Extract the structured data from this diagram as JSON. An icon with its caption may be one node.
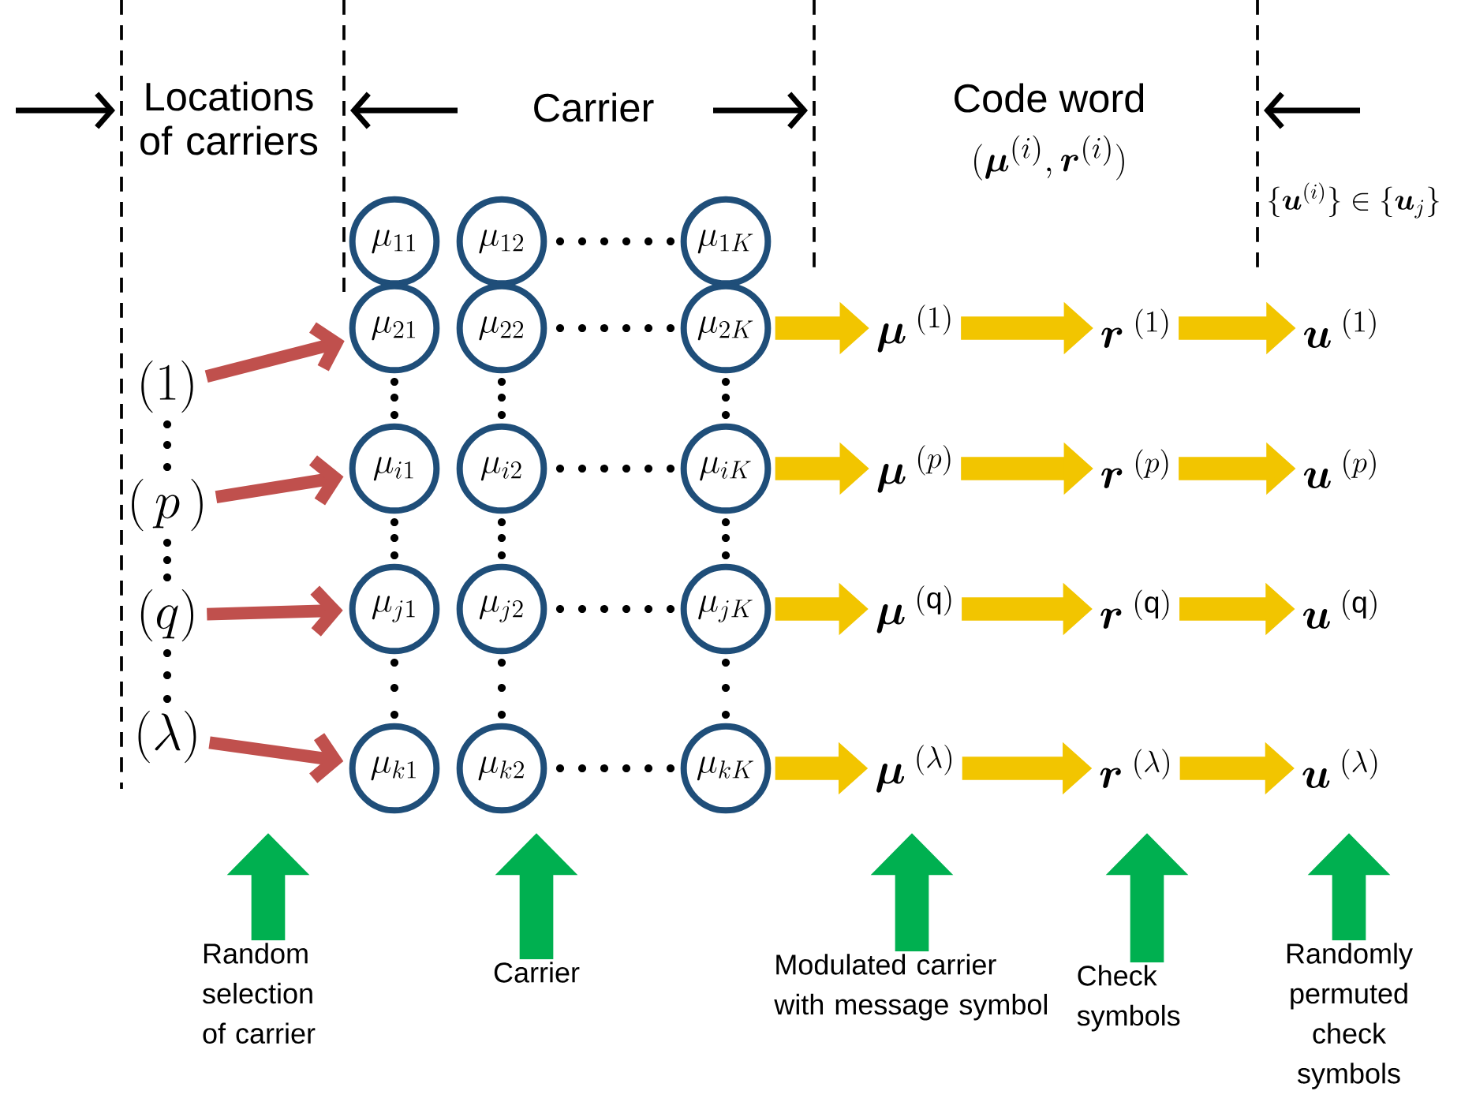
{
  "diagram": {
    "nodes": [
      {
        "text": [
          "\\mu_{11}"
        ]
      },
      {
        "text": [
          "\\mu_{12}"
        ]
      },
      {
        "text": [
          "\\mu_{1K}"
        ]
      },
      {
        "text": [
          "\\mu_{21}"
        ]
      },
      {
        "text": [
          "\\mu_{22}"
        ]
      },
      {
        "text": [
          "\\mu_{2K}"
        ]
      },
      {
        "text": [
          "\\mu_{i1}"
        ]
      },
      {
        "text": [
          "\\mu_{i2}"
        ]
      },
      {
        "text": [
          "\\mu_{iK}"
        ]
      },
      {
        "text": [
          "\\mu_{j1}"
        ]
      },
      {
        "text": [
          "\\mu_{j2}"
        ]
      },
      {
        "text": [
          "\\mu_{jK}"
        ]
      },
      {
        "text": [
          "\\mu_{k1}"
        ]
      },
      {
        "text": [
          "\\mu_{k2}"
        ]
      },
      {
        "text": [
          "\\mu_{kK}"
        ]
      },
      {
        "text": [
          "\\boldsymbol{\\mu}^{\\;(1)}"
        ]
      },
      {
        "text": [
          "\\boldsymbol{r}^{\\;(1)}"
        ]
      },
      {
        "text": [
          "\\boldsymbol{u}^{\\;(1)}"
        ]
      },
      {
        "text": [
          "\\boldsymbol{\\mu}^{\\;(p)}"
        ]
      },
      {
        "text": [
          "\\boldsymbol{r}^{\\;(p)}"
        ]
      },
      {
        "text": [
          "\\boldsymbol{u}^{\\;(p)}"
        ]
      },
      {
        "text": [
          "\\boldsymbol{\\mu}^{\\;(\\mathrm{q})}"
        ]
      },
      {
        "text": [
          "\\boldsymbol{r}^{\\;(\\mathrm{q})}"
        ]
      },
      {
        "text": [
          "\\boldsymbol{u}^{\\;(\\mathrm{q})}"
        ]
      },
      {
        "text": [
          "\\boldsymbol{\\mu}^{\\;(\\lambda)}"
        ]
      },
      {
        "text": [
          "\\boldsymbol{r}^{\\;(\\lambda)}"
        ]
      },
      {
        "text": [
          "\\boldsymbol{u}^{\\;(\\lambda)}"
        ]
      },
      {
        "text": [
          "(1)"
        ]
      },
      {
        "text": [
          "(\\,p\\,)"
        ]
      },
      {
        "text": [
          "(q)"
        ]
      },
      {
        "text": [
          "(\\lambda)"
        ]
      },
      {
        "text": [
          "Random selection of carrier"
        ]
      },
      {
        "text": [
          "Carrier"
        ]
      },
      {
        "text": [
          "Modulated carrier with message symbol"
        ]
      },
      {
        "text": [
          "Check symbols"
        ]
      },
      {
        "text": [
          "Randomly permuted check symbols"
        ]
      }
    ],
    "edges": [
      {
        "from": 27,
        "to": 3,
        "arrow": "to",
        "color": "#c0504d"
      },
      {
        "from": 28,
        "to": 6,
        "arrow": "to",
        "color": "#c0504d"
      },
      {
        "from": 29,
        "to": 9,
        "arrow": "to",
        "color": "#c0504d"
      },
      {
        "from": 30,
        "to": 12,
        "arrow": "to",
        "color": "#c0504d"
      },
      {
        "from": 5,
        "to": 15,
        "arrow": "to",
        "color": "#f2c500"
      },
      {
        "from": 15,
        "to": 16,
        "arrow": "to",
        "color": "#f2c500"
      },
      {
        "from": 16,
        "to": 17,
        "arrow": "to",
        "color": "#f2c500"
      },
      {
        "from": 8,
        "to": 18,
        "arrow": "to",
        "color": "#f2c500"
      },
      {
        "from": 18,
        "to": 19,
        "arrow": "to",
        "color": "#f2c500"
      },
      {
        "from": 19,
        "to": 20,
        "arrow": "to",
        "color": "#f2c500"
      },
      {
        "from": 11,
        "to": 21,
        "arrow": "to",
        "color": "#f2c500"
      },
      {
        "from": 21,
        "to": 22,
        "arrow": "to",
        "color": "#f2c500"
      },
      {
        "from": 22,
        "to": 23,
        "arrow": "to",
        "color": "#f2c500"
      },
      {
        "from": 14,
        "to": 24,
        "arrow": "to",
        "color": "#f2c500"
      },
      {
        "from": 24,
        "to": 25,
        "arrow": "to",
        "color": "#f2c500"
      },
      {
        "from": 25,
        "to": 26,
        "arrow": "to",
        "color": "#f2c500"
      },
      {
        "from": 31,
        "to": null,
        "arrow": "to",
        "color": "#00b050"
      },
      {
        "from": 32,
        "to": null,
        "arrow": "to",
        "color": "#00b050"
      },
      {
        "from": 33,
        "to": null,
        "arrow": "to",
        "color": "#00b050"
      },
      {
        "from": 34,
        "to": null,
        "arrow": "to",
        "color": "#00b050"
      },
      {
        "from": 35,
        "to": null,
        "arrow": "to",
        "color": "#00b050"
      }
    ],
    "labels": [
      "Locations of carriers",
      "Carrier",
      "Code word",
      "(\\boldsymbol{\\mu}^{(i)},\\boldsymbol{r}^{(i)})",
      "\\{\\boldsymbol{u}^{(i)}\\}\\in\\{\\boldsymbol{u}_j\\}"
    ]
  }
}
